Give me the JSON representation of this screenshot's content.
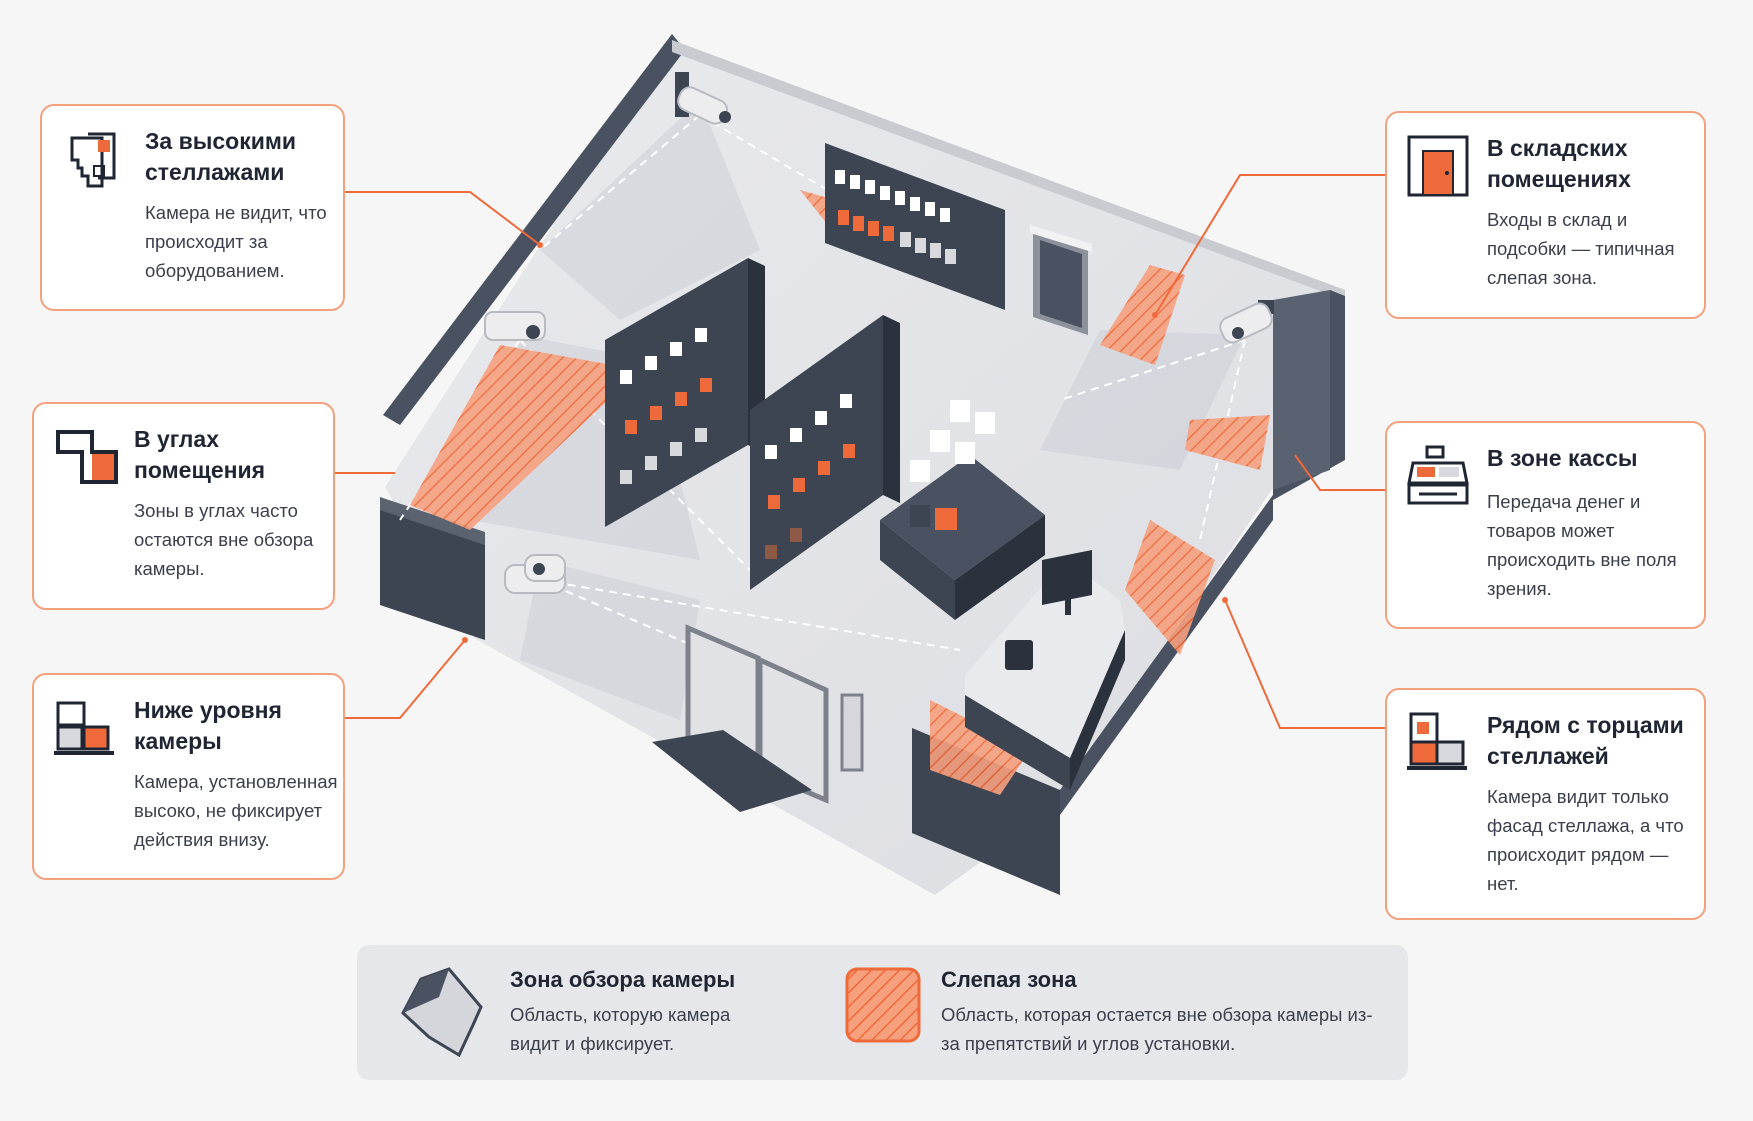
{
  "callouts": [
    {
      "id": "tall-shelves",
      "title": "За высокими стеллажами",
      "text": "Камера не видит, что происходит за оборудованием.",
      "icon": "shelf-behind-icon"
    },
    {
      "id": "corners",
      "title": "В углах помещения",
      "text": "Зоны в углах часто остаются вне обзора камеры.",
      "icon": "room-corner-icon"
    },
    {
      "id": "below-camera",
      "title": "Ниже уровня камеры",
      "text": "Камера, установленная высоко, не фиксирует действия внизу.",
      "icon": "low-boxes-icon"
    },
    {
      "id": "storage",
      "title": "В складских помещениях",
      "text": "Входы в склад и подсобки — типичная слепая зона.",
      "icon": "storage-door-icon"
    },
    {
      "id": "checkout",
      "title": "В зоне кассы",
      "text": "Передача денег и товаров может происходить вне поля зрения.",
      "icon": "cash-register-icon"
    },
    {
      "id": "shelf-ends",
      "title": "Рядом с торцами стеллажей",
      "text": "Камера видит только фасад стеллажа, а что происходит рядом — нет.",
      "icon": "shelf-end-icon"
    }
  ],
  "legend": {
    "view": {
      "title": "Зона обзора камеры",
      "text": "Область, которую камера видит и фиксирует."
    },
    "blind": {
      "title": "Слепая зона",
      "text": "Область, которая остается вне обзора камеры из-за препятствий и углов установки."
    }
  },
  "colors": {
    "accent": "#ef6a3a",
    "card_border": "#f3a07c",
    "wall_dark": "#3d4452",
    "floor": "#e4e5e9",
    "legend_bg": "#e6e7ea"
  }
}
